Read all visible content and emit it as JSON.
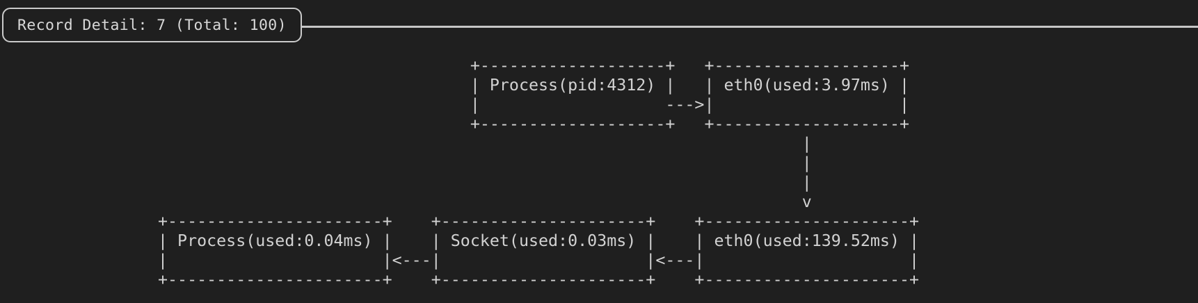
{
  "panel": {
    "title": "Record Detail: 7 (Total: 100)",
    "record_index": "7",
    "record_total": "100"
  },
  "colors": {
    "background": "#1f1f1f",
    "foreground": "#d2d2d2",
    "panel_border": "#c9c9c9"
  },
  "diagram": {
    "nodes": [
      {
        "id": "process-pid",
        "label": "Process(pid:4312)",
        "row": "top"
      },
      {
        "id": "eth0-out",
        "label": "eth0(used:3.97ms)",
        "row": "top"
      },
      {
        "id": "process-used",
        "label": "Process(used:0.04ms)",
        "row": "bottom"
      },
      {
        "id": "socket-used",
        "label": "Socket(used:0.03ms)",
        "row": "bottom"
      },
      {
        "id": "eth0-in",
        "label": "eth0(used:139.52ms)",
        "row": "bottom"
      }
    ],
    "edges": [
      {
        "from": "Process(pid:4312)",
        "to": "eth0(used:3.97ms)",
        "glyph": "--->"
      },
      {
        "from": "eth0(used:3.97ms)",
        "to": "eth0(used:139.52ms)",
        "glyph": "| | | v"
      },
      {
        "from": "eth0(used:139.52ms)",
        "to": "Socket(used:0.03ms)",
        "glyph": "<---"
      },
      {
        "from": "Socket(used:0.03ms)",
        "to": "Process(used:0.04ms)",
        "glyph": "<---"
      }
    ],
    "lines": {
      "0": "                                +-------------------+   +-------------------+",
      "1": "                                | Process(pid:4312) |   | eth0(used:3.97ms) |",
      "2": "                                |                   --->|                   |",
      "3": "                                +-------------------+   +-------------------+",
      "4": "                                                                  |",
      "5": "                                                                  |",
      "6": "                                                                  |",
      "7": "                                                                  v",
      "8": "+----------------------+    +---------------------+    +---------------------+",
      "9": "| Process(used:0.04ms) |    | Socket(used:0.03ms) |    | eth0(used:139.52ms) |",
      "10": "|                      |<---|                     |<---|                     |",
      "11": "+----------------------+    +---------------------+    +---------------------+"
    }
  }
}
